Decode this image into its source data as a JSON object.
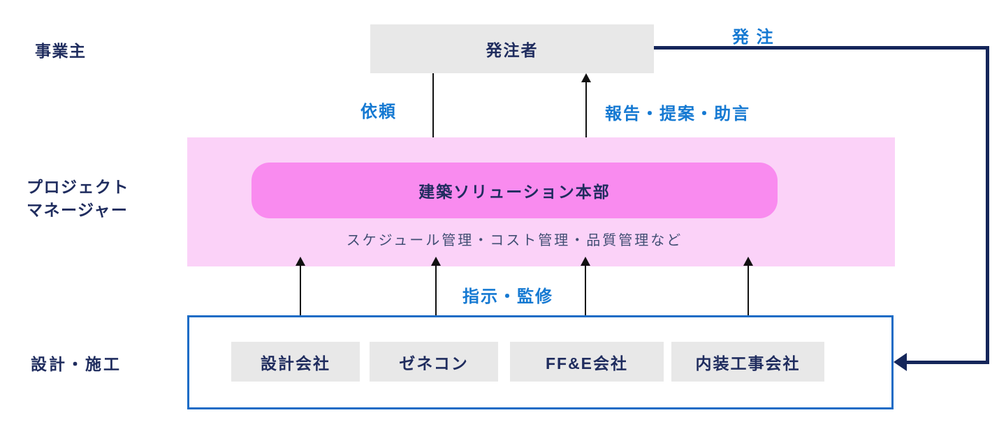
{
  "diagram": {
    "row_labels": {
      "owner": "事業主",
      "pm_line1": "プロジェクト",
      "pm_line2": "マネージャー",
      "design_build": "設計・施工"
    },
    "nodes": {
      "client": "発注者",
      "hq": "建築ソリューション本部",
      "hq_subtitle": "スケジュール管理・コスト管理・品質管理など",
      "companies": [
        "設計会社",
        "ゼネコン",
        "FF&E会社",
        "内装工事会社"
      ]
    },
    "edge_labels": {
      "request": "依頼",
      "report": "報告・提案・助言",
      "order": "発 注",
      "direction": "指示・監修"
    },
    "colors": {
      "navy": "#1f2c5e",
      "linenavy": "#15265a",
      "blue": "#1579d2",
      "borderblue": "#1b6cc6",
      "pinklight": "#fbd2f8",
      "pinkstrong": "#f98bef",
      "graybox": "#e8e8e8",
      "subtitle": "#414e73"
    }
  }
}
